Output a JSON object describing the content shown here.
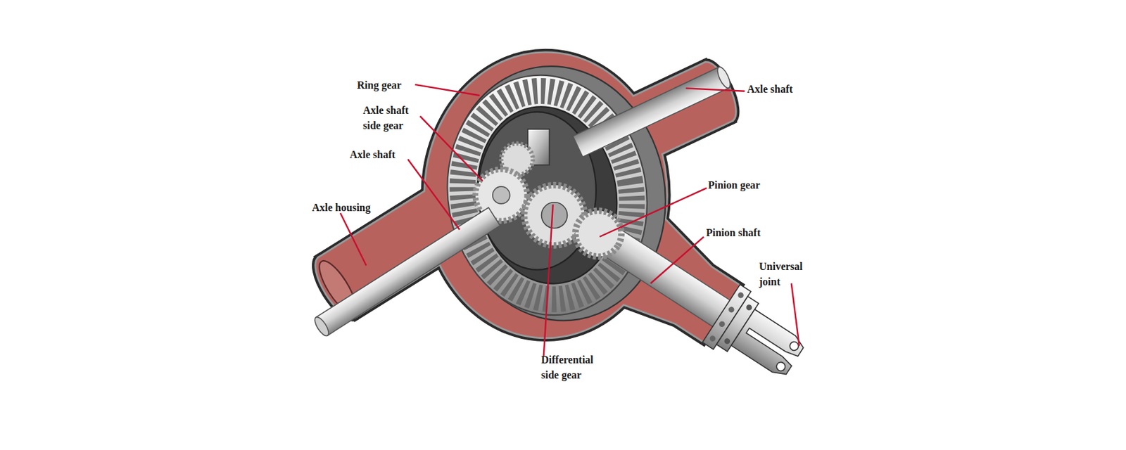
{
  "diagram": {
    "labels": [
      "Ring gear",
      "Axle shaft",
      "Axle shaft side gear",
      "Axle shaft",
      "Pinion gear",
      "Axle housing",
      "Pinion shaft",
      "Universal joint",
      "Differential side gear"
    ]
  }
}
